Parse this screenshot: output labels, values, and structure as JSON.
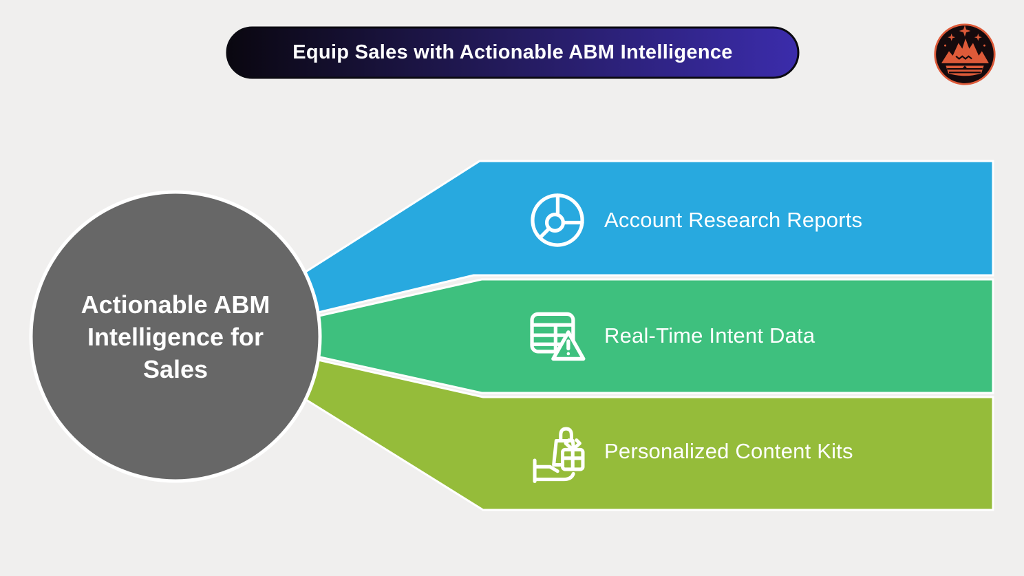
{
  "canvas": {
    "background": "#f0efee"
  },
  "header": {
    "title": "Equip Sales with Actionable ABM Intelligence",
    "gradient_left": "#0a0710",
    "gradient_mid": "#241b5e",
    "gradient_right": "#3b2cab",
    "border_color": "#0b0a12",
    "text_color": "#ffffff"
  },
  "logo": {
    "name": "crown-mountain-emblem",
    "accent": "#dd5a39",
    "background": "#150a0d"
  },
  "hub": {
    "label": "Actionable ABM Intelligence for Sales",
    "lines": [
      "Actionable ABM",
      "Intelligence for",
      "Sales"
    ],
    "fill": "#676767",
    "ring_color": "#ffffff",
    "text_color": "#ffffff"
  },
  "branches": [
    {
      "label": "Account Research Reports",
      "color": "#28a9df",
      "icon": "pie-chart-icon"
    },
    {
      "label": "Real-Time Intent Data",
      "color": "#3ec07e",
      "icon": "table-alert-icon"
    },
    {
      "label": "Personalized Content Kits",
      "color": "#95bc3a",
      "icon": "gift-bag-icon"
    }
  ]
}
